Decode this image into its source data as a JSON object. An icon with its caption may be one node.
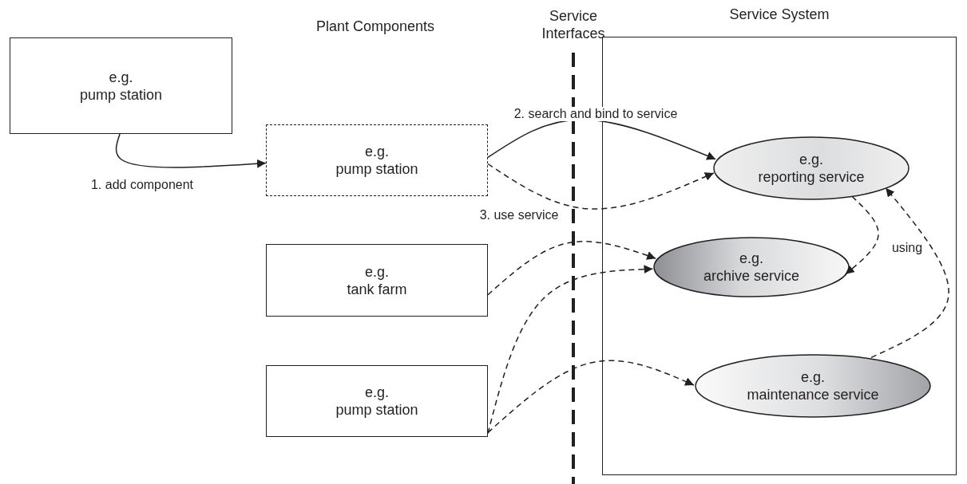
{
  "diagram": {
    "nodes": [
      {
        "text": [
          "e.g. pump station"
        ]
      },
      {
        "text": [
          "e.g. pump station"
        ]
      },
      {
        "text": [
          "e.g. tank farm"
        ]
      },
      {
        "text": [
          "e.g. pump station"
        ]
      },
      {
        "text": [
          "Service System"
        ]
      },
      {
        "text": [
          "e.g. reporting service"
        ],
        "in": 4
      },
      {
        "text": [
          "e.g. archive service"
        ],
        "in": 4
      },
      {
        "text": [
          "e.g. maintenance service"
        ],
        "in": 4
      }
    ],
    "edges": [
      {
        "from": 0,
        "to": 1,
        "arrow": "to",
        "label": "1. add component"
      },
      {
        "from": 1,
        "to": 5,
        "arrow": "to",
        "label": "2. search and bind to service"
      },
      {
        "from": 1,
        "to": 5,
        "arrow": "to",
        "label": "3. use service",
        "style": "dashed"
      },
      {
        "from": 5,
        "to": 6,
        "arrow": "to",
        "style": "dashed"
      },
      {
        "from": 2,
        "to": 6,
        "arrow": "to",
        "style": "dashed"
      },
      {
        "from": 3,
        "to": 6,
        "arrow": "to",
        "style": "dashed"
      },
      {
        "from": 3,
        "to": 7,
        "arrow": "to",
        "style": "dashed"
      },
      {
        "from": 7,
        "to": 5,
        "arrow": "to",
        "style": "dashed"
      }
    ],
    "labels": [
      "Plant Components",
      "Service Interfaces",
      "using"
    ]
  }
}
